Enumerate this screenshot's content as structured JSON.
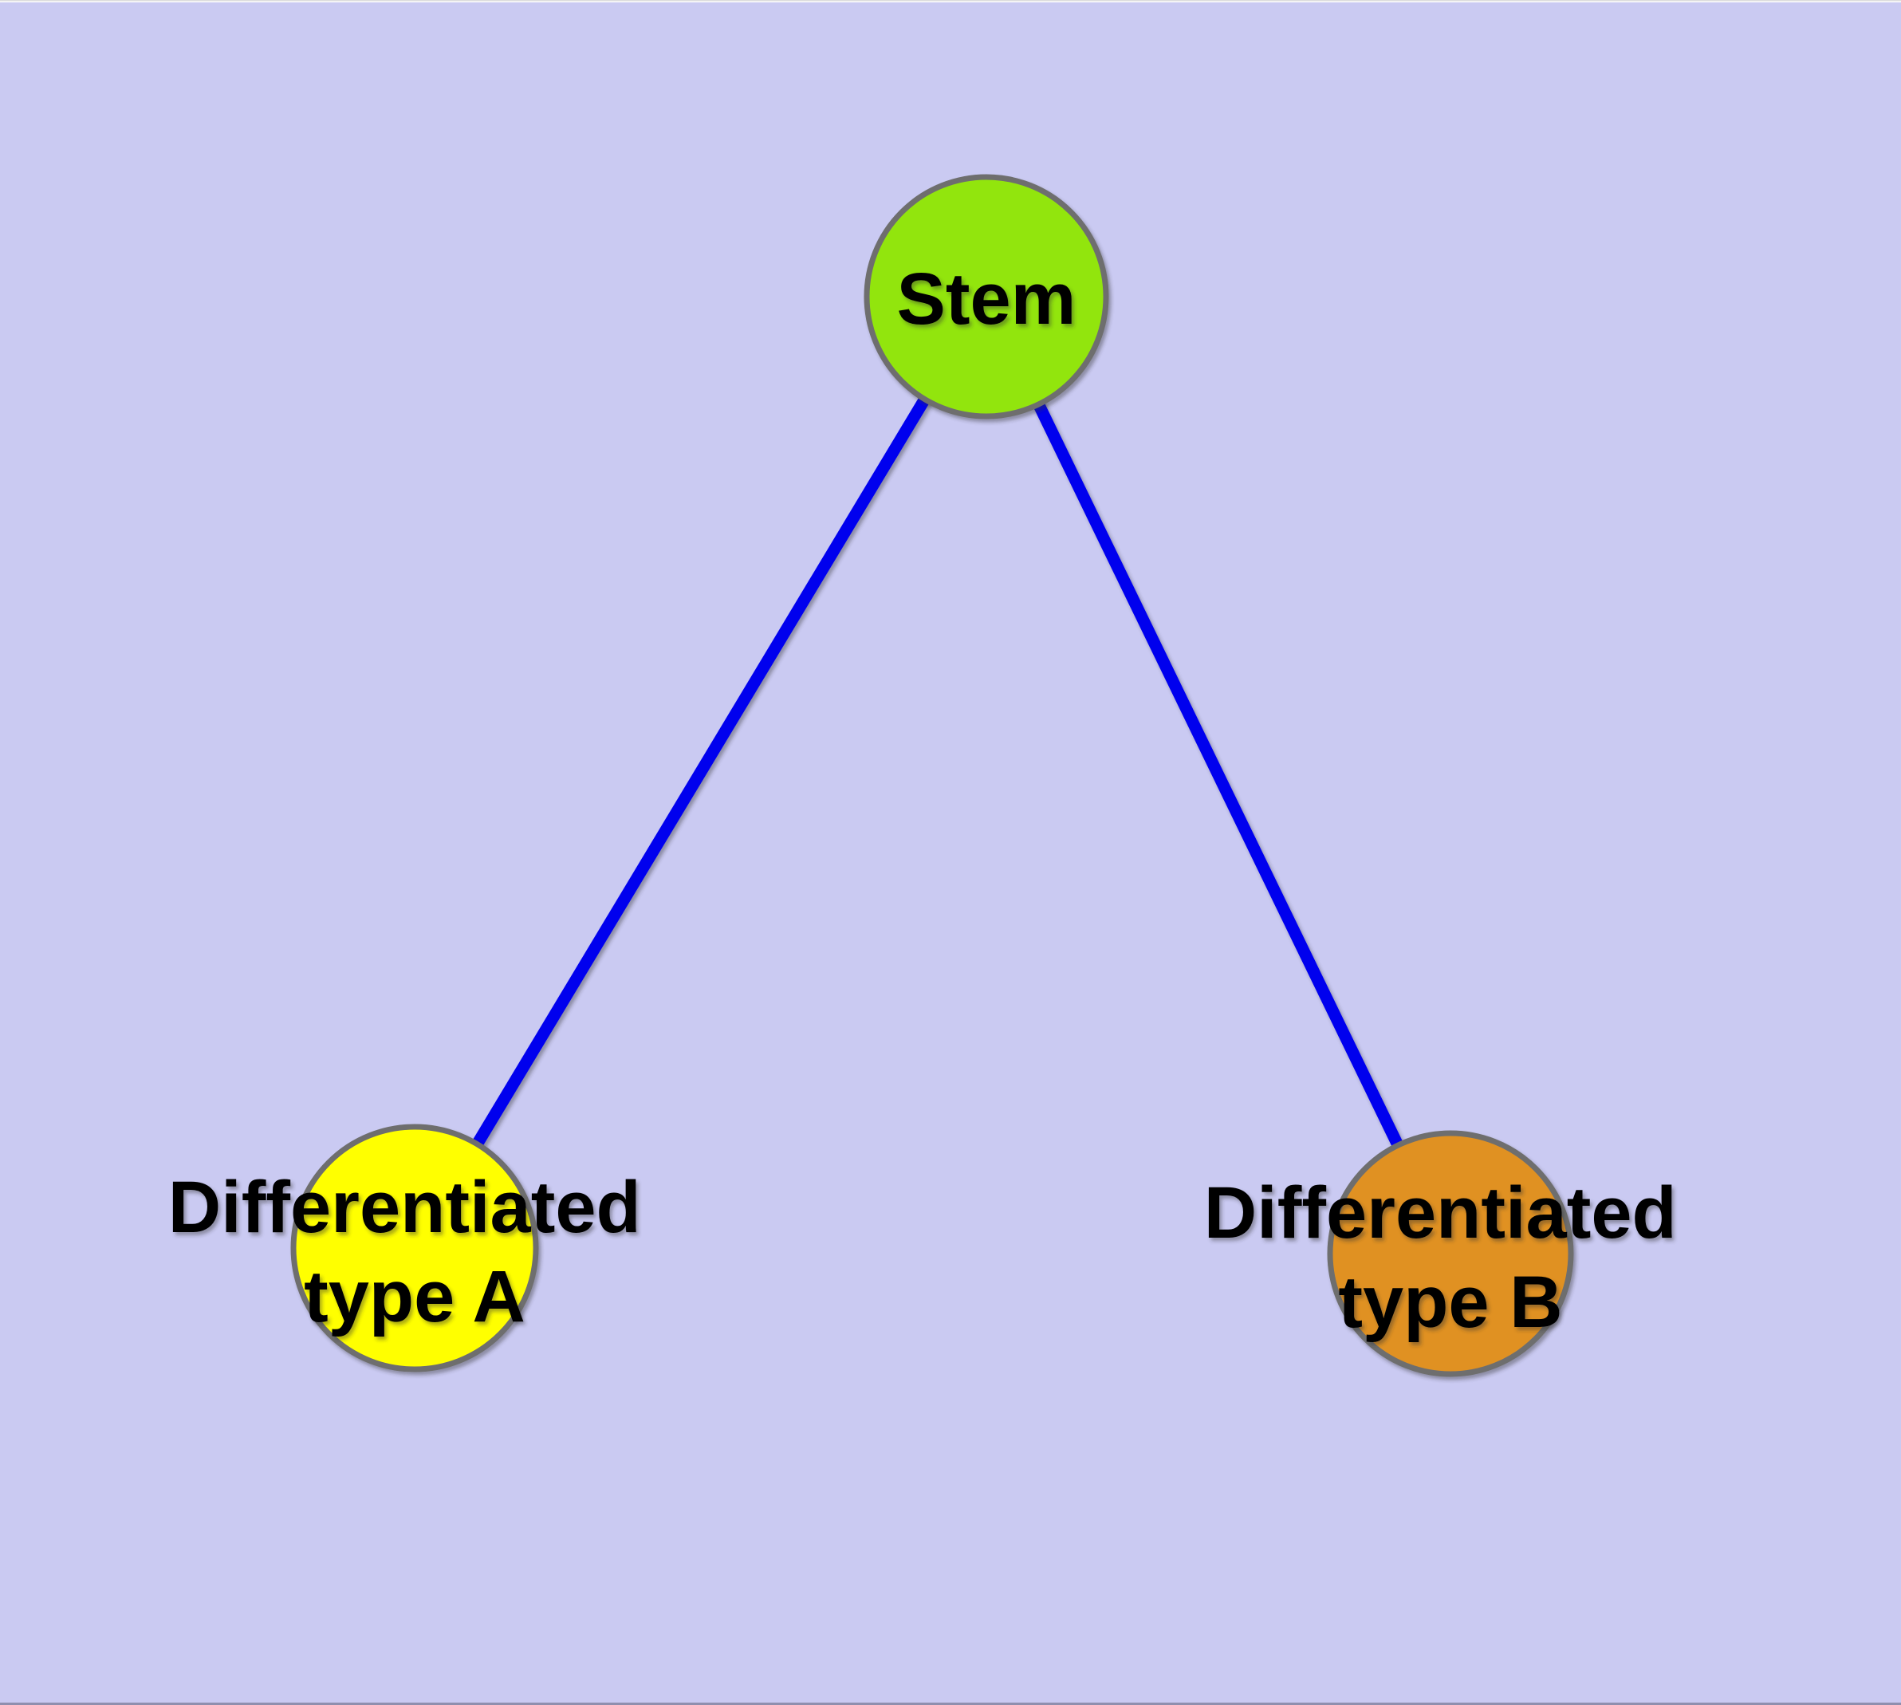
{
  "canvas": {
    "background_color": "#CACAF2",
    "top_hairline_color": "#DCDCDC",
    "top_strip_color": "#FFFFFF",
    "bottom_line_color": "#8F8FAE"
  },
  "graph": {
    "edge_color": "#0404EE",
    "node_border_color": "#6E6E6E",
    "label_color": "#000000",
    "nodes": [
      {
        "id": "stem",
        "fill": "#92E50F",
        "lines": [
          "Stem",
          ""
        ]
      },
      {
        "id": "differentiated-type-a",
        "fill": "#FFFF00",
        "lines": [
          "Differentiated",
          "type A"
        ]
      },
      {
        "id": "differentiated-type-b",
        "fill": "#E09123",
        "lines": [
          "Differentiated",
          "type B"
        ]
      }
    ],
    "edges": [
      {
        "from": "stem",
        "to": "differentiated-type-a"
      },
      {
        "from": "stem",
        "to": "differentiated-type-b"
      }
    ]
  }
}
